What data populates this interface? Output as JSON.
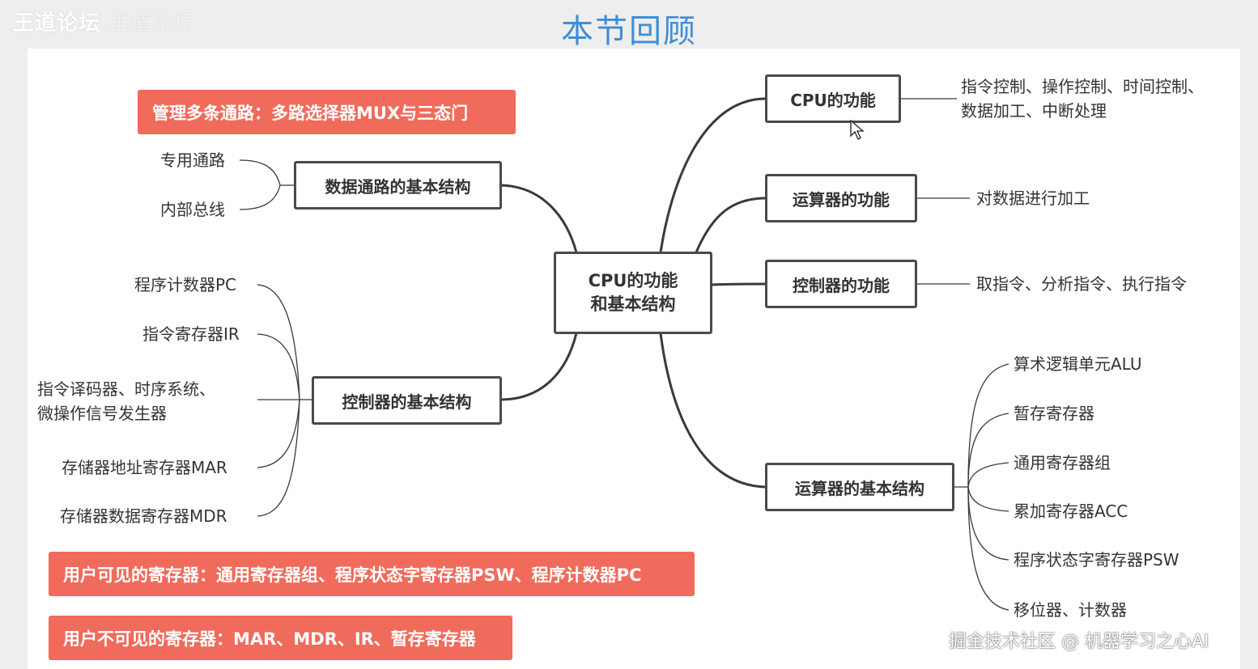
{
  "watermark_top_left": "王道论坛",
  "watermark_top_left_faded": "王道论坛",
  "page_title": "本节回顾",
  "watermark_bottom_right": "掘金技术社区 @ 机器学习之心AI",
  "center": {
    "line1": "CPU的功能",
    "line2": "和基本结构"
  },
  "left_branches": {
    "datapath": {
      "label": "数据通路的基本结构",
      "leaves": [
        "专用通路",
        "内部总线"
      ]
    },
    "controller_structure": {
      "label": "控制器的基本结构",
      "leaves": [
        "程序计数器PC",
        "指令寄存器IR",
        "指令译码器、时序系统、",
        "微操作信号发生器",
        "存储器地址寄存器MAR",
        "存储器数据寄存器MDR"
      ]
    }
  },
  "right_branches": {
    "cpu_function": {
      "label": "CPU的功能",
      "leaf_line1": "指令控制、操作控制、时间控制、",
      "leaf_line2": "数据加工、中断处理"
    },
    "alu_function": {
      "label": "运算器的功能",
      "leaf": "对数据进行加工"
    },
    "controller_function": {
      "label": "控制器的功能",
      "leaf": "取指令、分析指令、执行指令"
    },
    "alu_structure": {
      "label": "运算器的基本结构",
      "leaves": [
        "算术逻辑单元ALU",
        "暂存寄存器",
        "通用寄存器组",
        "累加寄存器ACC",
        "程序状态字寄存器PSW",
        "移位器、计数器"
      ]
    }
  },
  "banners": {
    "mux": "管理多条通路：多路选择器MUX与三态门",
    "visible": "用户可见的寄存器：通用寄存器组、程序状态字寄存器PSW、程序计数器PC",
    "invisible": "用户不可见的寄存器：MAR、MDR、IR、暂存寄存器"
  },
  "colors": {
    "banner": "#f06b5b",
    "title": "#3e8fd6",
    "line": "#3a3a3a"
  }
}
